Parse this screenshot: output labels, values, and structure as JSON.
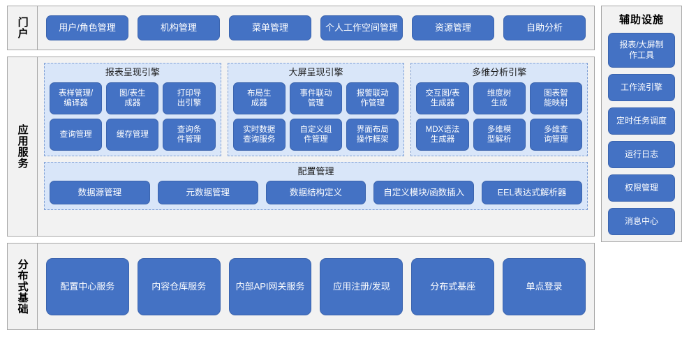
{
  "colors": {
    "button_blue": "#4472C4",
    "panel_blue": "#D9E6F9",
    "panel_border": "#7F9FD4",
    "section_bg": "#F2F2F2",
    "section_border": "#A6A6A6",
    "text_on_button": "#FFFFFF"
  },
  "portal": {
    "label": "门户",
    "buttons": [
      "用户/角色管理",
      "机构管理",
      "菜单管理",
      "个人工作空间管理",
      "资源管理",
      "自助分析"
    ]
  },
  "app_services": {
    "label": "应用服务",
    "engines": [
      {
        "title": "报表呈现引擎",
        "buttons": [
          "表样管理/\n编译器",
          "图/表生\n成器",
          "打印导\n出引擎",
          "查询管理",
          "缓存管理",
          "查询条\n件管理"
        ]
      },
      {
        "title": "大屏呈现引擎",
        "buttons": [
          "布局生\n成器",
          "事件联动\n管理",
          "报警联动\n作管理",
          "实时数据\n查询服务",
          "自定义组\n件管理",
          "界面布局\n操作框架"
        ]
      },
      {
        "title": "多维分析引擎",
        "buttons": [
          "交互图/表\n生成器",
          "维度树\n生成",
          "图表智\n能映射",
          "MDX语法\n生成器",
          "多维模\n型解析",
          "多维查\n询管理"
        ]
      }
    ],
    "config": {
      "title": "配置管理",
      "buttons": [
        "数据源管理",
        "元数据管理",
        "数据结构定义",
        "自定义模块/函数插入",
        "EEL表达式解析器"
      ]
    }
  },
  "distributed": {
    "label": "分布式基础",
    "buttons": [
      "配置中心服务",
      "内容仓库服务",
      "内部API网关服务",
      "应用注册/发现",
      "分布式基座",
      "单点登录"
    ]
  },
  "aux": {
    "title": "辅助设施",
    "buttons": [
      "报表/大屏制\n作工具",
      "工作流引擎",
      "定时任务调度",
      "运行日志",
      "权限管理",
      "消息中心"
    ]
  }
}
